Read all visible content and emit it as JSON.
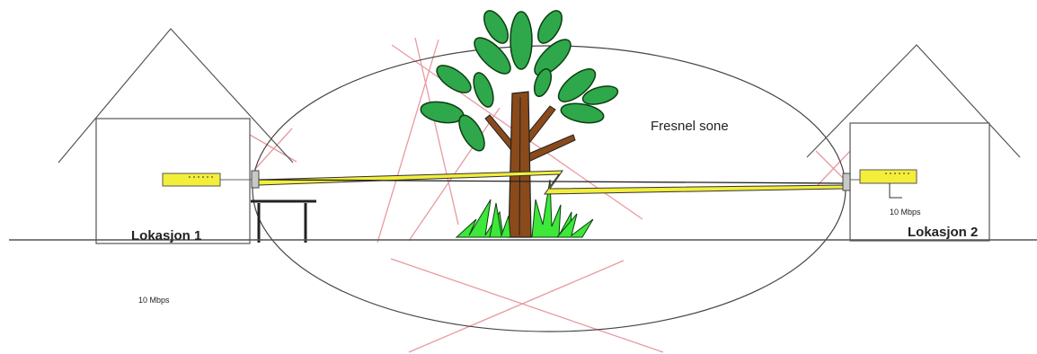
{
  "labels": {
    "fresnel": "Fresnel sone",
    "location1": "Lokasjon 1",
    "location2": "Lokasjon 2",
    "speed_left": "10 Mbps",
    "speed_right": "10 Mbps"
  },
  "colors": {
    "line": "#333333",
    "radio": "#f2ee3a",
    "signal": "#f2ee3a",
    "cross": "#e89aa0",
    "leaf": "#2ea84a",
    "leaf_vein": "#0d3d12",
    "trunk": "#8a4a1a",
    "grass": "#3ee83a",
    "ground": "#555555"
  }
}
